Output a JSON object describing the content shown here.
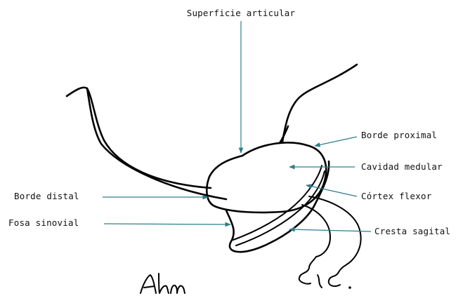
{
  "colors": {
    "leader": "#2e7d8c",
    "ink": "#000000",
    "text": "#111111",
    "background": "#ffffff"
  },
  "labels": {
    "superficie_articular": "Superficie articular",
    "borde_proximal": "Borde proximal",
    "cavidad_medular": "Cavidad medular",
    "cortex_flexor": "Córtex flexor",
    "cresta_sagital": "Cresta sagital",
    "borde_distal": "Borde distal",
    "fosa_sinovial": "Fosa sinovial"
  },
  "signature": "Ahm"
}
